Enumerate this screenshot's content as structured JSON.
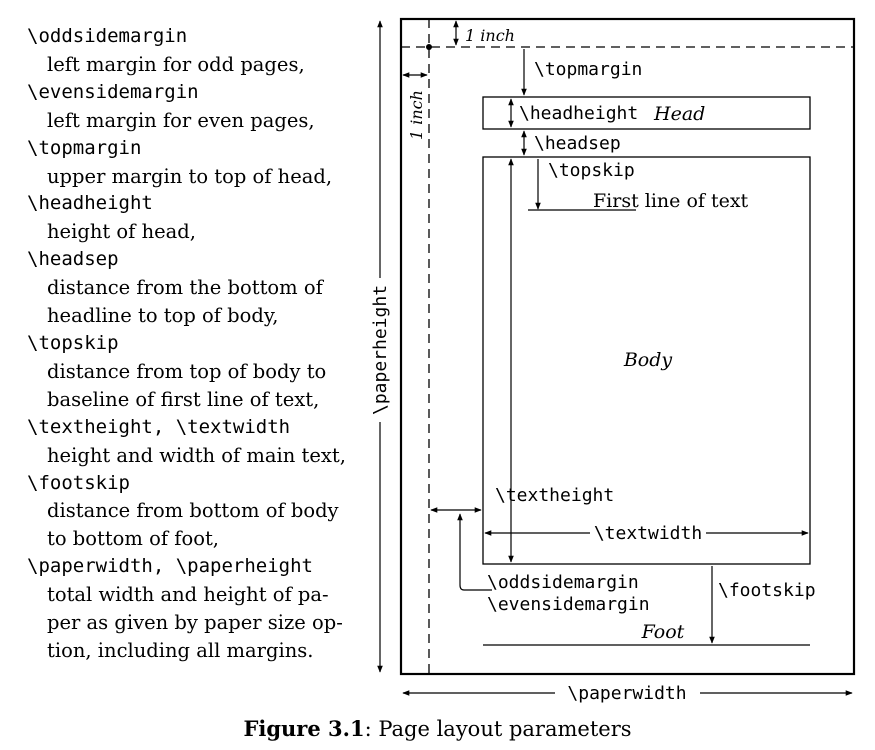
{
  "legend": [
    {
      "cmd": "\\oddsidemargin",
      "desc": [
        "left margin for odd pages,"
      ]
    },
    {
      "cmd": "\\evensidemargin",
      "desc": [
        "left margin for even pages,"
      ]
    },
    {
      "cmd": "\\topmargin",
      "desc": [
        "upper margin to top of head,"
      ]
    },
    {
      "cmd": "\\headheight",
      "desc": [
        "height of head,"
      ]
    },
    {
      "cmd": "\\headsep",
      "desc": [
        "distance from the bottom of",
        "headline to top of body,"
      ]
    },
    {
      "cmd": "\\topskip",
      "desc": [
        "distance from top of body to",
        "baseline of first line of text,"
      ]
    },
    {
      "cmd": "\\textheight, \\textwidth",
      "desc": [
        "height and width of main text,"
      ]
    },
    {
      "cmd": "\\footskip",
      "desc": [
        "distance from bottom of body",
        "to bottom of foot,"
      ]
    },
    {
      "cmd": "\\paperwidth, \\paperheight",
      "desc": [
        "total width and height of pa-",
        "per as given by paper size op-",
        "tion, including all margins."
      ]
    }
  ],
  "diagram": {
    "one_inch_top": "1 inch",
    "one_inch_left": "1 inch",
    "topmargin": "\\topmargin",
    "headheight": "\\headheight",
    "head": "Head",
    "headsep": "\\headsep",
    "topskip": "\\topskip",
    "first_line": "First line of text",
    "body": "Body",
    "textheight": "\\textheight",
    "textwidth": "\\textwidth",
    "oddsidemargin": "\\oddsidemargin",
    "evensidemargin": "\\evensidemargin",
    "footskip": "\\footskip",
    "foot": "Foot",
    "paperheight": "\\paperheight",
    "paperwidth": "\\paperwidth"
  },
  "caption": {
    "label": "Figure 3.1",
    "text": ": Page layout parameters"
  }
}
